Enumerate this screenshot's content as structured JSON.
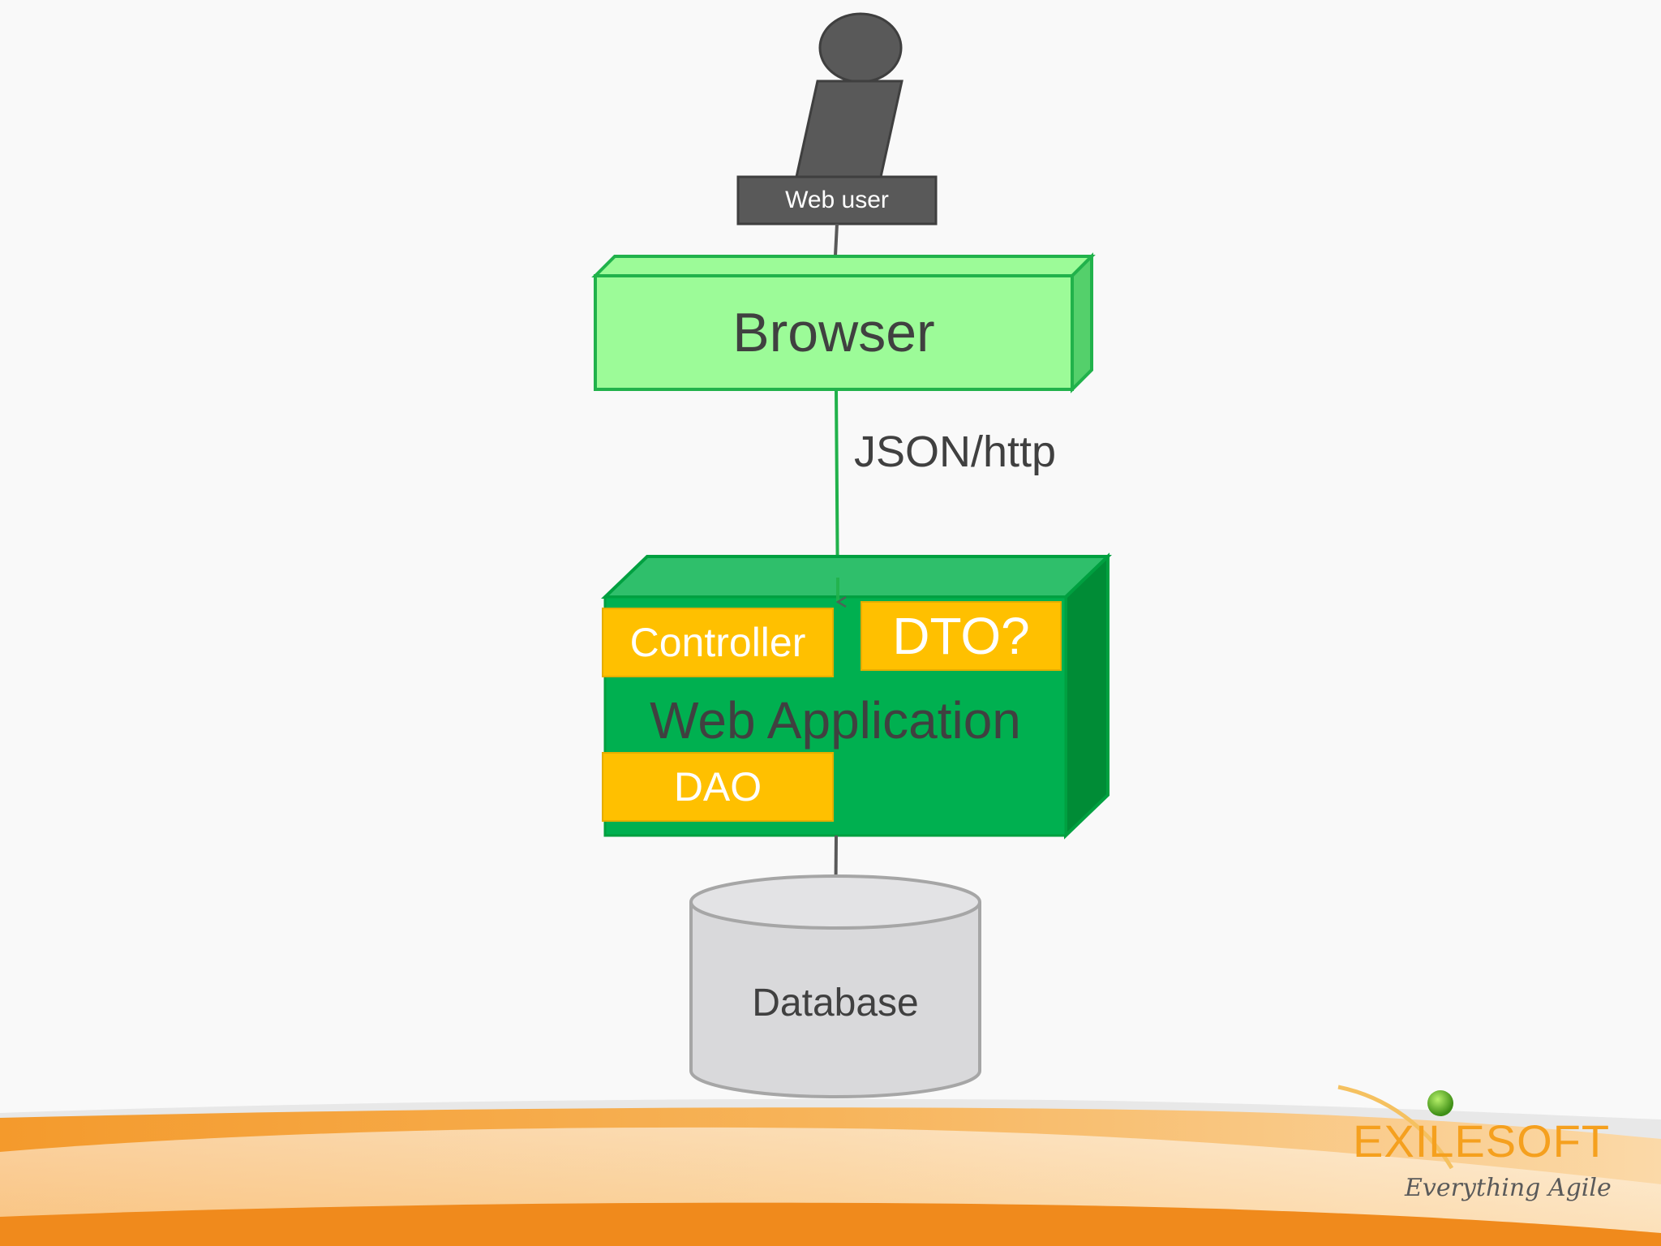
{
  "diagram": {
    "actor": {
      "label": "Web user"
    },
    "browser": {
      "label": "Browser"
    },
    "connection": {
      "label": "JSON/http"
    },
    "web_application": {
      "label": "Web Application",
      "components": {
        "controller": "Controller",
        "dto": "DTO?",
        "dao": "DAO"
      }
    },
    "database": {
      "label": "Database"
    }
  },
  "logo": {
    "wordmark": "EXILESOFT",
    "tagline": "Everything Agile"
  },
  "colors": {
    "browser_fill": "#9cfb98",
    "browser_border": "#21b24b",
    "webapp_fill": "#00b050",
    "component_fill": "#ffc000",
    "actor_fill": "#595959",
    "database_fill": "#d9d9db",
    "logo_orange": "#f5a01e"
  }
}
